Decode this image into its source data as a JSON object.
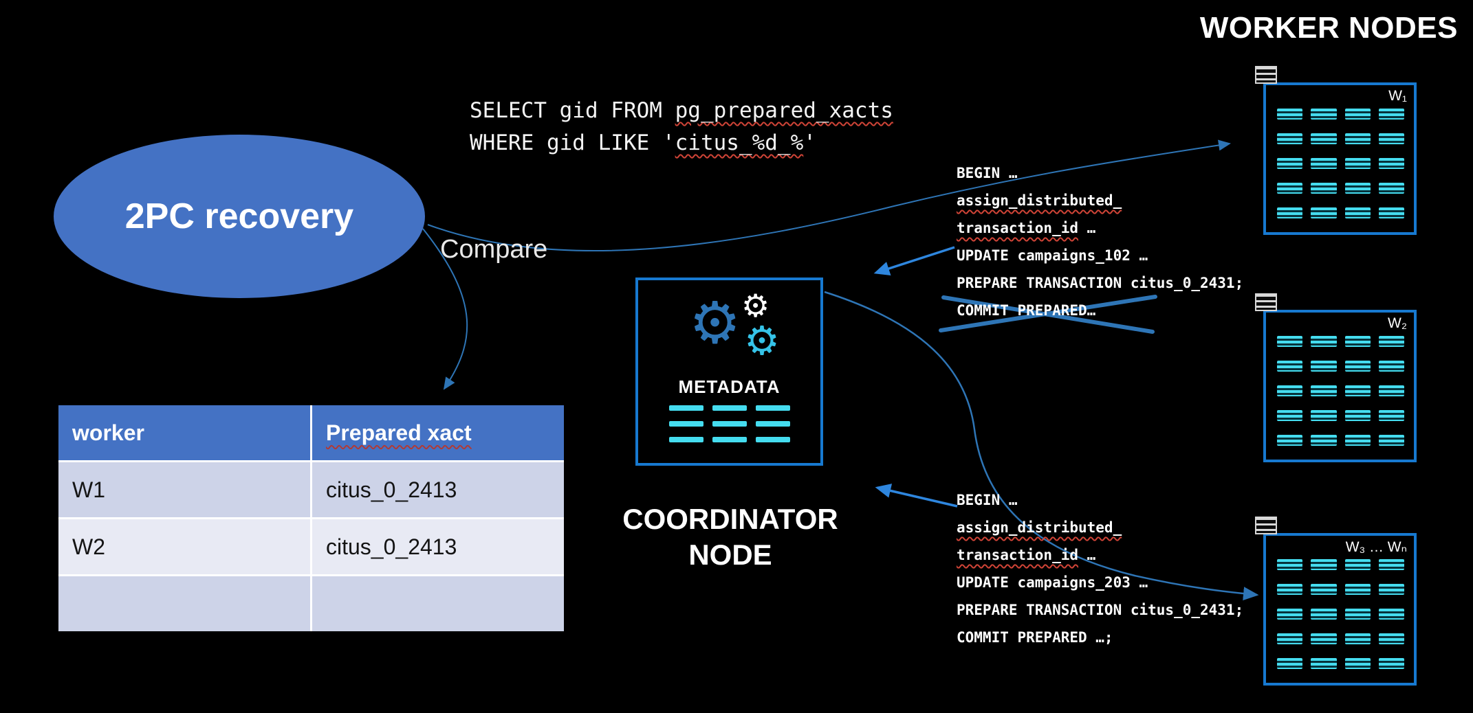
{
  "colors": {
    "background": "#000000",
    "accent_blue": "#4472C4",
    "node_border_blue": "#1779D0",
    "shard_cyan": "#45DCEF",
    "arrow_blue": "#2E75B6",
    "bright_arrow_blue": "#2E86DE",
    "table_row_dark": "#CDD3E8",
    "table_row_light": "#E8EAF4"
  },
  "icons": {
    "gear": "⚙"
  },
  "titles": {
    "worker_nodes": "WORKER NODES",
    "metadata": "METADATA",
    "coordinator_line1": "COORDINATOR",
    "coordinator_line2": "NODE"
  },
  "ellipse": {
    "label": "2PC recovery"
  },
  "compare_label": "Compare",
  "query": {
    "line1": {
      "pre": "SELECT gid FROM ",
      "u": "pg_prepared_xacts",
      "post": ""
    },
    "line2": {
      "pre": "WHERE gid LIKE '",
      "u": "citus_%d_%",
      "post": "'"
    }
  },
  "table": {
    "headers": {
      "worker": "worker",
      "prepared_xact": "Prepared xact"
    },
    "rows": [
      {
        "worker": "W1",
        "xact": "citus_0_2413"
      },
      {
        "worker": "W2",
        "xact": "citus_0_2413"
      },
      {
        "worker": "",
        "xact": ""
      }
    ]
  },
  "workers": {
    "w1_label": "W₁",
    "w2_label": "W₂",
    "w3_label": "W₃ … Wₙ"
  },
  "tx1": {
    "lines": [
      {
        "pre": "BEGIN …",
        "u": "",
        "post": ""
      },
      {
        "pre": "",
        "u": "assign_distributed_",
        "post": ""
      },
      {
        "pre": "",
        "u": "transaction_id",
        "post": " …"
      },
      {
        "pre": "UPDATE campaigns_102 …",
        "u": "",
        "post": ""
      },
      {
        "pre": "PREPARE TRANSACTION citus_0_2431;",
        "u": "",
        "post": ""
      },
      {
        "pre": "COMMIT PREPARED…",
        "u": "",
        "post": ""
      }
    ]
  },
  "tx2": {
    "lines": [
      {
        "pre": "BEGIN …",
        "u": "",
        "post": ""
      },
      {
        "pre": "",
        "u": "assign_distributed_",
        "post": ""
      },
      {
        "pre": "",
        "u": "transaction_id",
        "post": " …"
      },
      {
        "pre": "UPDATE campaigns_203 …",
        "u": "",
        "post": ""
      },
      {
        "pre": "PREPARE TRANSACTION citus_0_2431;",
        "u": "",
        "post": ""
      },
      {
        "pre": "COMMIT PREPARED …;",
        "u": "",
        "post": ""
      }
    ]
  }
}
